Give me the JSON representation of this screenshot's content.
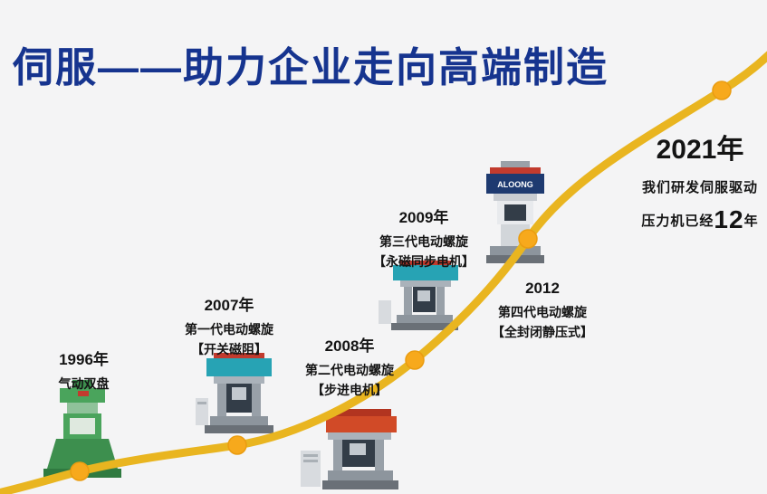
{
  "title": "伺服——助力企业走向高端制造",
  "colors": {
    "title_blue": "#16348f",
    "curve_gold": "#e9b520",
    "marker_orange": "#f7a91c",
    "background": "#f4f4f5",
    "text_dark": "#141414",
    "machine_green": "#4aa45c",
    "machine_teal": "#27a3b4",
    "machine_red": "#d14a27",
    "machine_navy": "#1e3a70"
  },
  "milestones": [
    {
      "id": "1996",
      "year": "1996年",
      "line1": "气动双盘"
    },
    {
      "id": "2007",
      "year": "2007年",
      "line1": "第一代电动螺旋",
      "line2": "【开关磁阻】"
    },
    {
      "id": "2008",
      "year": "2008年",
      "line1": "第二代电动螺旋",
      "line2": "【步进电机】"
    },
    {
      "id": "2009",
      "year": "2009年",
      "line1": "第三代电动螺旋",
      "line2": "【永磁同步电机】"
    },
    {
      "id": "2012",
      "year": "2012",
      "line1": "第四代电动螺旋",
      "line2": "【全封闭静压式】"
    }
  ],
  "finale": {
    "year": "2021年",
    "line1": "我们研发伺服驱动",
    "line2_prefix": "压力机已经",
    "line2_number": "12",
    "line2_suffix": "年"
  },
  "machine_brand": "ALOONG"
}
